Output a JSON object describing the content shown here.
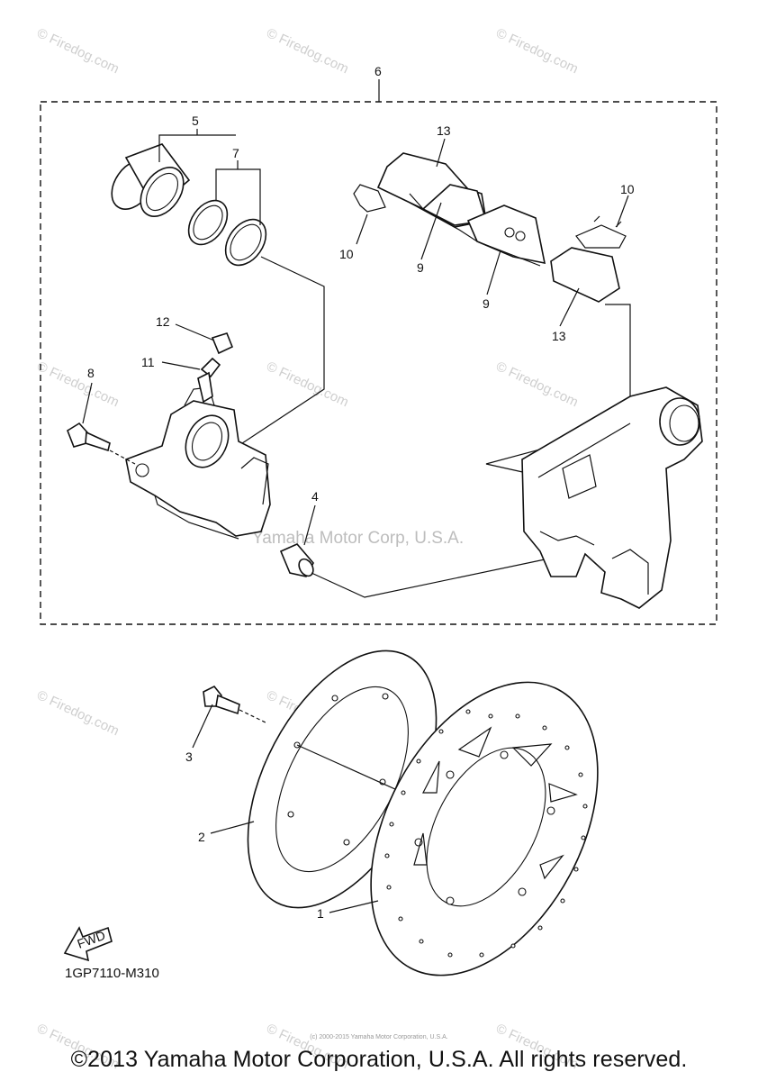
{
  "callouts": [
    "1",
    "2",
    "3",
    "4",
    "5",
    "6",
    "7",
    "8",
    "9",
    "9",
    "10",
    "10",
    "11",
    "12",
    "13",
    "13"
  ],
  "watermark_text": "© Firedog.com",
  "center_watermark": "Yamaha Motor Corp, U.S.A.",
  "diagram_code": "1GP7110-M310",
  "fwd_label": "FWD",
  "tiny_footer": "(c) 2000-2015 Yamaha Motor Corporation, U.S.A.",
  "copyright": "©2013 Yamaha Motor Corporation, U.S.A. All rights reserved."
}
